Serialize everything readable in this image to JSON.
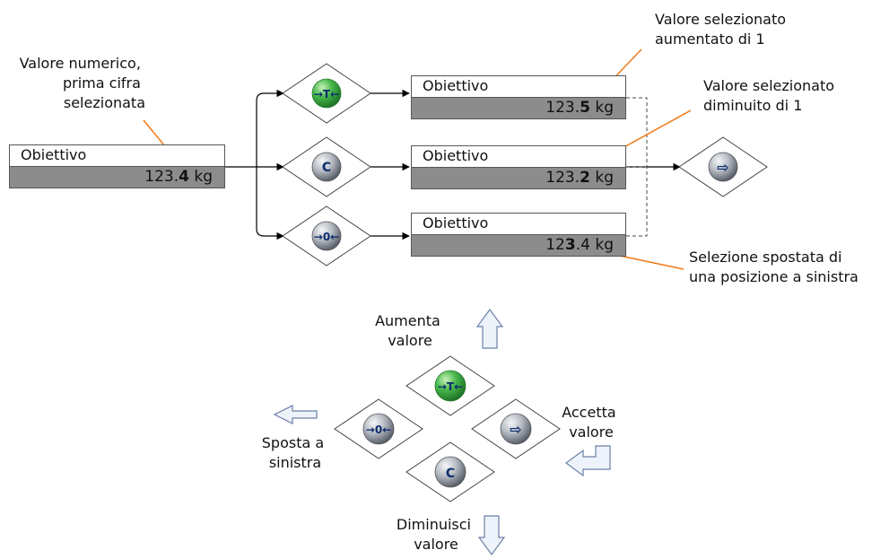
{
  "labels": {
    "valore_numerico": [
      "Valore numerico,",
      "prima cifra",
      "selezionata"
    ],
    "aumentato": [
      "Valore selezionato",
      "aumentato di 1"
    ],
    "diminuito": [
      "Valore selezionato",
      "diminuito di 1"
    ],
    "spostata": [
      "Selezione spostata di",
      "una posizione a sinistra"
    ],
    "aumenta": [
      "Aumenta",
      "valore"
    ],
    "accetta": [
      "Accetta",
      "valore"
    ],
    "sposta": [
      "Sposta a",
      "sinistra"
    ],
    "diminuisci": [
      "Diminuisci",
      "valore"
    ]
  },
  "displays": {
    "start": {
      "title": "Obiettivo",
      "pre": "123.",
      "sel": "4",
      "post": "",
      "unit": "kg"
    },
    "up": {
      "title": "Obiettivo",
      "pre": "123.",
      "sel": "5",
      "post": "",
      "unit": "kg"
    },
    "mid": {
      "title": "Obiettivo",
      "pre": "123.",
      "sel": "2",
      "post": "",
      "unit": "kg"
    },
    "left": {
      "title": "Obiettivo",
      "pre": "12",
      "sel": "3",
      "post": ".4",
      "unit": "kg"
    }
  },
  "keys": {
    "tare": {
      "glyph": "→T←",
      "color": "#2aa63a",
      "icon": "tare-key-icon"
    },
    "clear": {
      "glyph": "C",
      "color": "#6a6f78",
      "icon": "clear-key-icon"
    },
    "zero": {
      "glyph": "→0←",
      "color": "#6a6f78",
      "icon": "zero-key-icon"
    },
    "enter": {
      "glyph": "⇨",
      "color": "#6a6f78",
      "icon": "enter-key-icon"
    }
  }
}
